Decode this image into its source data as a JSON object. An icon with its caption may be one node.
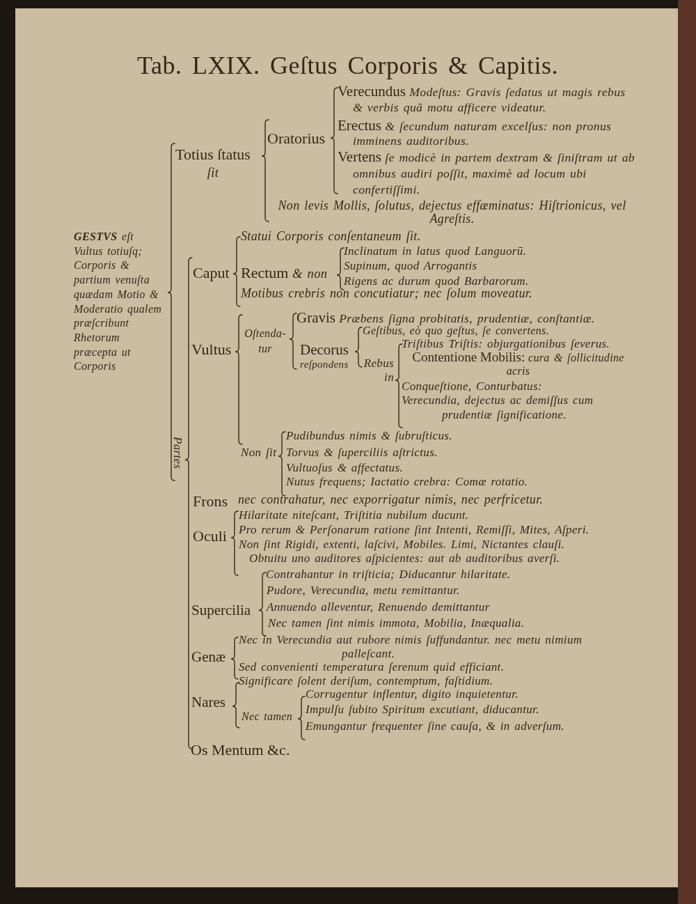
{
  "diagram": {
    "title": "Tab. LXIX. Geſtus Corporis & Capitis.",
    "labels": [
      "**GESTVS** eſt Vultus totiuſq; Corporis & partium venuſta quædam Motio & Moderatio qualem præſcribunt Rhetorum præcepta ut Corporis",
      "Totius ſtatus *ſit*",
      "Oratorius",
      "Verecundus *Modeſtus: Gravis ſedatus ut magis rebus & verbis quā motu afficere videatur.*",
      "Erectus *& ſecundum naturam excelſus: non pronus imminens auditoribus.*",
      "Vertens *ſe modicè in partem dextram & ſiniſtram ut ab omnibus audiri poſſit, maximè ad locum ubi confertiſſimi.*",
      "Non levis Mollis, ſolutus, dejectus effæminatus: Hiſtrionicus, vel Agreſtis.",
      "Partes",
      "Caput",
      "Statui Corporis conſentaneum ſit.",
      "Rectum *& non*",
      "Inclinatum in latus quod Languorū.",
      "Supinum, quod Arrogantis",
      "Rigens ac durum quod Barbarorum.",
      "Motibus crebris non concutiatur; nec ſolum moveatur.",
      "Vultus",
      "Oſtenda- tur",
      "Gravis *Præbens ſigna probitatis, prudentiæ, conſtantiæ.*",
      "Decorus",
      "reſpondens",
      "Geſtibus, eò quo geſtus, ſe convertens.",
      "Rebus in",
      "Triſtibus Triſtis: objurgationibus ſeverus.",
      "Contentione Mobilis: *cura & ſollicitudine acris*",
      "Conqueſtione, Conturbatus:",
      "Verecundia, dejectus ac demiſſus cum prudentiæ ſignificatione.",
      "Non ſit",
      "Pudibundus nimis & ſubruſticus.",
      "Torvus & ſuperciliis aſtrictus.",
      "Vultuoſus & affectatus.",
      "Nutus frequens; Iactatio crebra: Comæ rotatio.",
      "Frons",
      "nec contrahatur, nec exporrigatur nimis, nec perfricetur.",
      "Oculi",
      "Hilaritate niteſcant, Triſtitia nubilum ducunt.",
      "Pro rerum & Perſonarum ratione ſint Intenti, Remiſſi, Mites, Aſperi.",
      "Non ſint Rigidi, extenti, laſcivi, Mobiles. Limi, Nictantes clauſi.",
      "Obtuitu uno auditores aſpicientes: aut ab auditoribus averſi.",
      "Supercilia",
      "Contrahantur in triſticia; Diducantur hilaritate.",
      "Pudore, Verecundia, metu remittantur.",
      "Annuendo alleventur, Renuendo demittantur",
      "Nec tamen ſint nimis immota, Mobilia, Inæqualia.",
      "Genæ",
      "Nec in Verecundia aut rubore nimis ſuffundantur. nec metu nimium palleſcant.",
      "Sed convenienti temperatura ſerenum quid efficiant.",
      "Significare ſolent deriſum, contemptum, faſtidium.",
      "Nares",
      "Nec tamen",
      "Corrugentur inflentur, digito inquietentur.",
      "Impulſu ſubito Spiritum excutiant, diducantur.",
      "Emungantur frequenter ſine cauſa, & in adverſum.",
      "Os Mentum &c."
    ]
  }
}
